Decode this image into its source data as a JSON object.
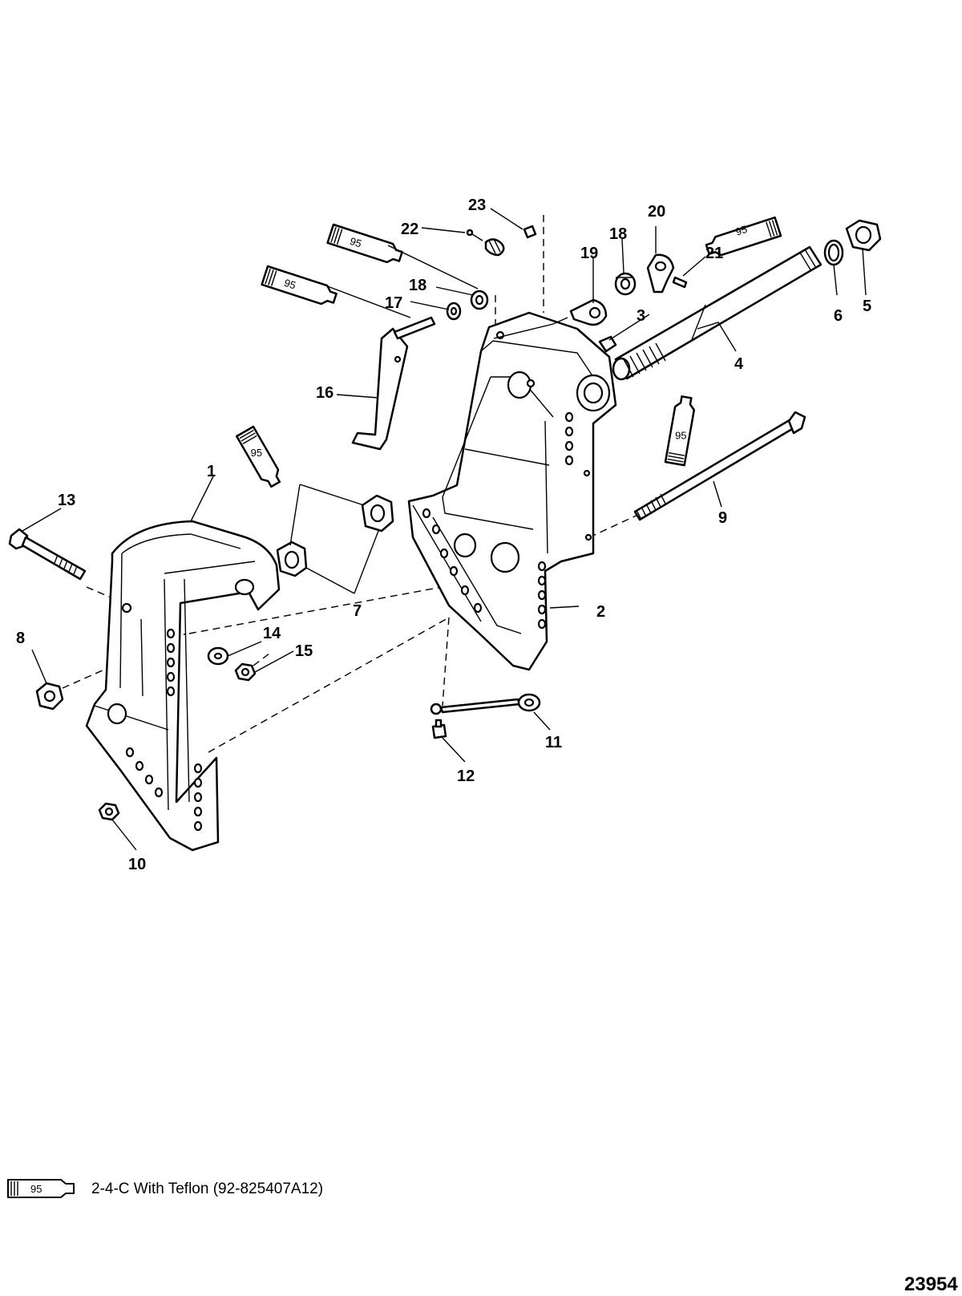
{
  "callouts": [
    {
      "id": "1",
      "label": "1"
    },
    {
      "id": "2",
      "label": "2"
    },
    {
      "id": "3",
      "label": "3"
    },
    {
      "id": "4",
      "label": "4"
    },
    {
      "id": "5",
      "label": "5"
    },
    {
      "id": "6",
      "label": "6"
    },
    {
      "id": "7",
      "label": "7"
    },
    {
      "id": "8",
      "label": "8"
    },
    {
      "id": "9",
      "label": "9"
    },
    {
      "id": "10",
      "label": "10"
    },
    {
      "id": "11",
      "label": "11"
    },
    {
      "id": "12",
      "label": "12"
    },
    {
      "id": "13",
      "label": "13"
    },
    {
      "id": "14",
      "label": "14"
    },
    {
      "id": "15",
      "label": "15"
    },
    {
      "id": "16",
      "label": "16"
    },
    {
      "id": "17",
      "label": "17"
    },
    {
      "id": "18a",
      "label": "18"
    },
    {
      "id": "18b",
      "label": "18"
    },
    {
      "id": "19",
      "label": "19"
    },
    {
      "id": "20",
      "label": "20"
    },
    {
      "id": "21",
      "label": "21"
    },
    {
      "id": "22",
      "label": "22"
    },
    {
      "id": "23",
      "label": "23"
    }
  ],
  "lubricant_tube_label": "95",
  "legend": {
    "tube_label": "95",
    "text": "2-4-C  With Teflon (92-825407A12)"
  },
  "figure_number": "23954"
}
